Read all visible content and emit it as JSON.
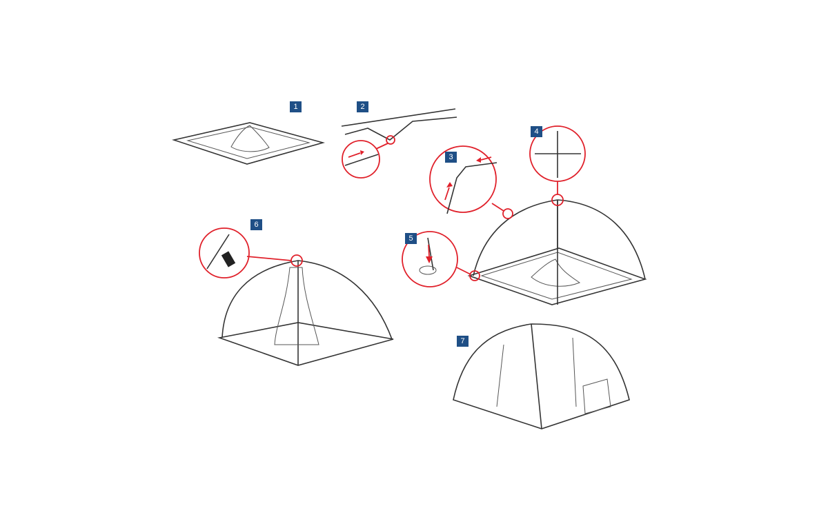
{
  "steps": [
    {
      "label": "1"
    },
    {
      "label": "2"
    },
    {
      "label": "3"
    },
    {
      "label": "4"
    },
    {
      "label": "5"
    },
    {
      "label": "6"
    },
    {
      "label": "7"
    }
  ],
  "colors": {
    "badge": "#1f4f86",
    "callout": "#e0202a",
    "line": "#333333"
  }
}
